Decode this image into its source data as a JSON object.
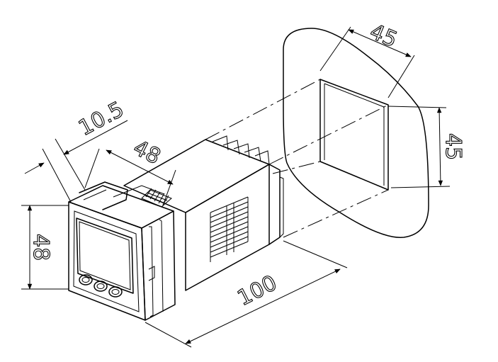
{
  "dimensions": {
    "cutout_width": "45",
    "cutout_height": "45",
    "front_height": "48",
    "front_width": "48",
    "bezel_depth": "10.5",
    "body_length": "100"
  }
}
